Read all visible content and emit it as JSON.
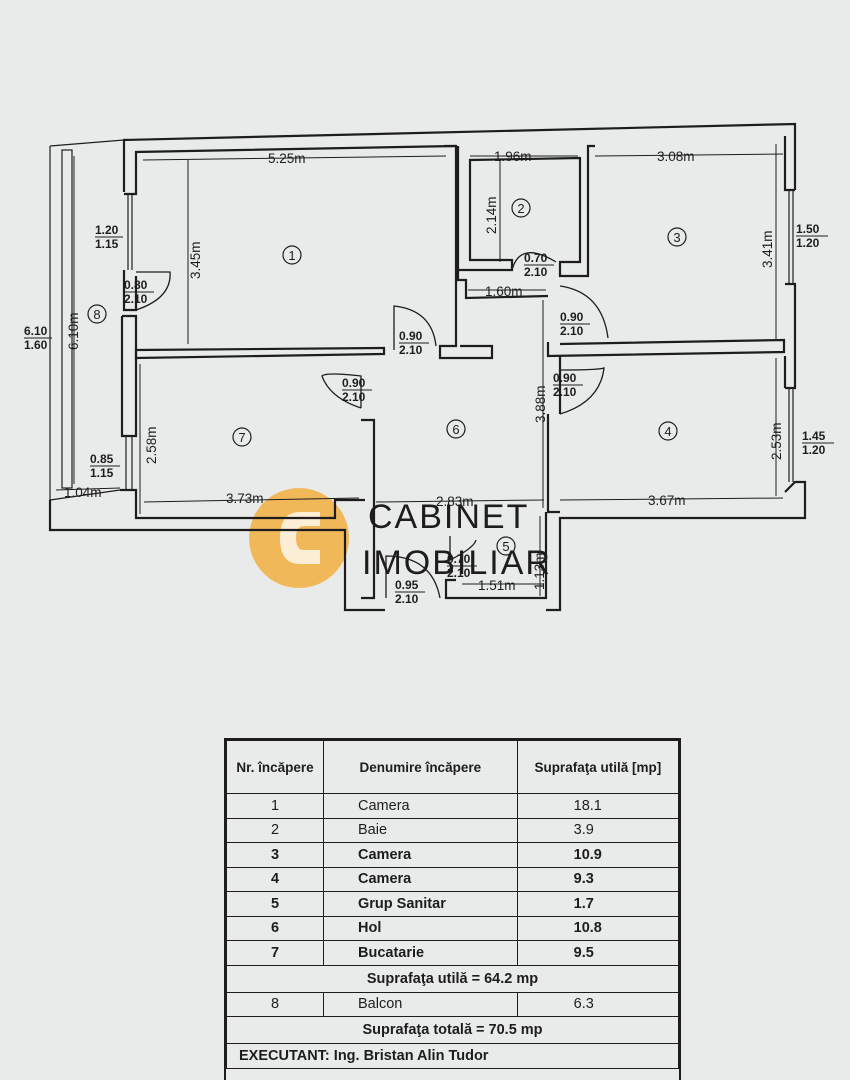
{
  "plan": {
    "rooms": [
      {
        "id": "1"
      },
      {
        "id": "2"
      },
      {
        "id": "3"
      },
      {
        "id": "4"
      },
      {
        "id": "5"
      },
      {
        "id": "6"
      },
      {
        "id": "7"
      },
      {
        "id": "8"
      }
    ],
    "dimensions": {
      "r1_width": "5.25m",
      "r1_height": "3.45m",
      "r2_width": "1.96m",
      "r2_height": "2.14m",
      "r3_width": "3.08m",
      "r3_height": "3.41m",
      "hall_width": "1.60m",
      "hall_height": "3.88m",
      "r4_width": "3.67m",
      "r4_height": "2.53m",
      "r7_width": "3.73m",
      "r7_height": "2.58m",
      "r6_width": "2.83m",
      "r5_width": "1.51m",
      "r5_height": "1.13m",
      "balcony_width": "1.04m",
      "balcony_height": "6.10m"
    },
    "openings": {
      "win_r1_a": "1.20",
      "win_r1_b": "1.15",
      "door_balcony_a": "0.80",
      "door_balcony_b": "2.10",
      "door_r1_a": "0.90",
      "door_r1_b": "2.10",
      "door_r2_a": "0.70",
      "door_r2_b": "2.10",
      "win_r3_a": "1.50",
      "win_r3_b": "1.20",
      "door_r3_a": "0.90",
      "door_r3_b": "2.10",
      "door_r7_a": "0.90",
      "door_r7_b": "2.10",
      "door_r4_a": "0.90",
      "door_r4_b": "2.10",
      "win_r4_a": "1.45",
      "win_r4_b": "1.20",
      "win_r7_a": "0.85",
      "win_r7_b": "1.15",
      "balcony_a": "6.10",
      "balcony_b": "1.60",
      "door_r5_a": "0.70",
      "door_r5_b": "2.10",
      "door_entry_a": "0.95",
      "door_entry_b": "2.10"
    },
    "watermark": {
      "line1": "CABINET",
      "line2": "IMOBILIAR"
    }
  },
  "table": {
    "headers": {
      "nr": "Nr. încăpere",
      "name": "Denumire încăpere",
      "area": "Suprafaţa utilă [mp]"
    },
    "rows": [
      {
        "nr": "1",
        "name": "Camera",
        "area": "18.1",
        "bold": false
      },
      {
        "nr": "2",
        "name": "Baie",
        "area": "3.9",
        "bold": false
      },
      {
        "nr": "3",
        "name": "Camera",
        "area": "10.9",
        "bold": true
      },
      {
        "nr": "4",
        "name": "Camera",
        "area": "9.3",
        "bold": true
      },
      {
        "nr": "5",
        "name": "Grup Sanitar",
        "area": "1.7",
        "bold": true
      },
      {
        "nr": "6",
        "name": "Hol",
        "area": "10.8",
        "bold": true
      },
      {
        "nr": "7",
        "name": "Bucatarie",
        "area": "9.5",
        "bold": true
      }
    ],
    "useful_total": "Suprafaţa utilă = 64.2 mp",
    "balcony_row": {
      "nr": "8",
      "name": "Balcon",
      "area": "6.3"
    },
    "grand_total": "Suprafaţa totală = 70.5 mp",
    "executant": "EXECUTANT: Ing. Bristan Alin Tudor"
  }
}
